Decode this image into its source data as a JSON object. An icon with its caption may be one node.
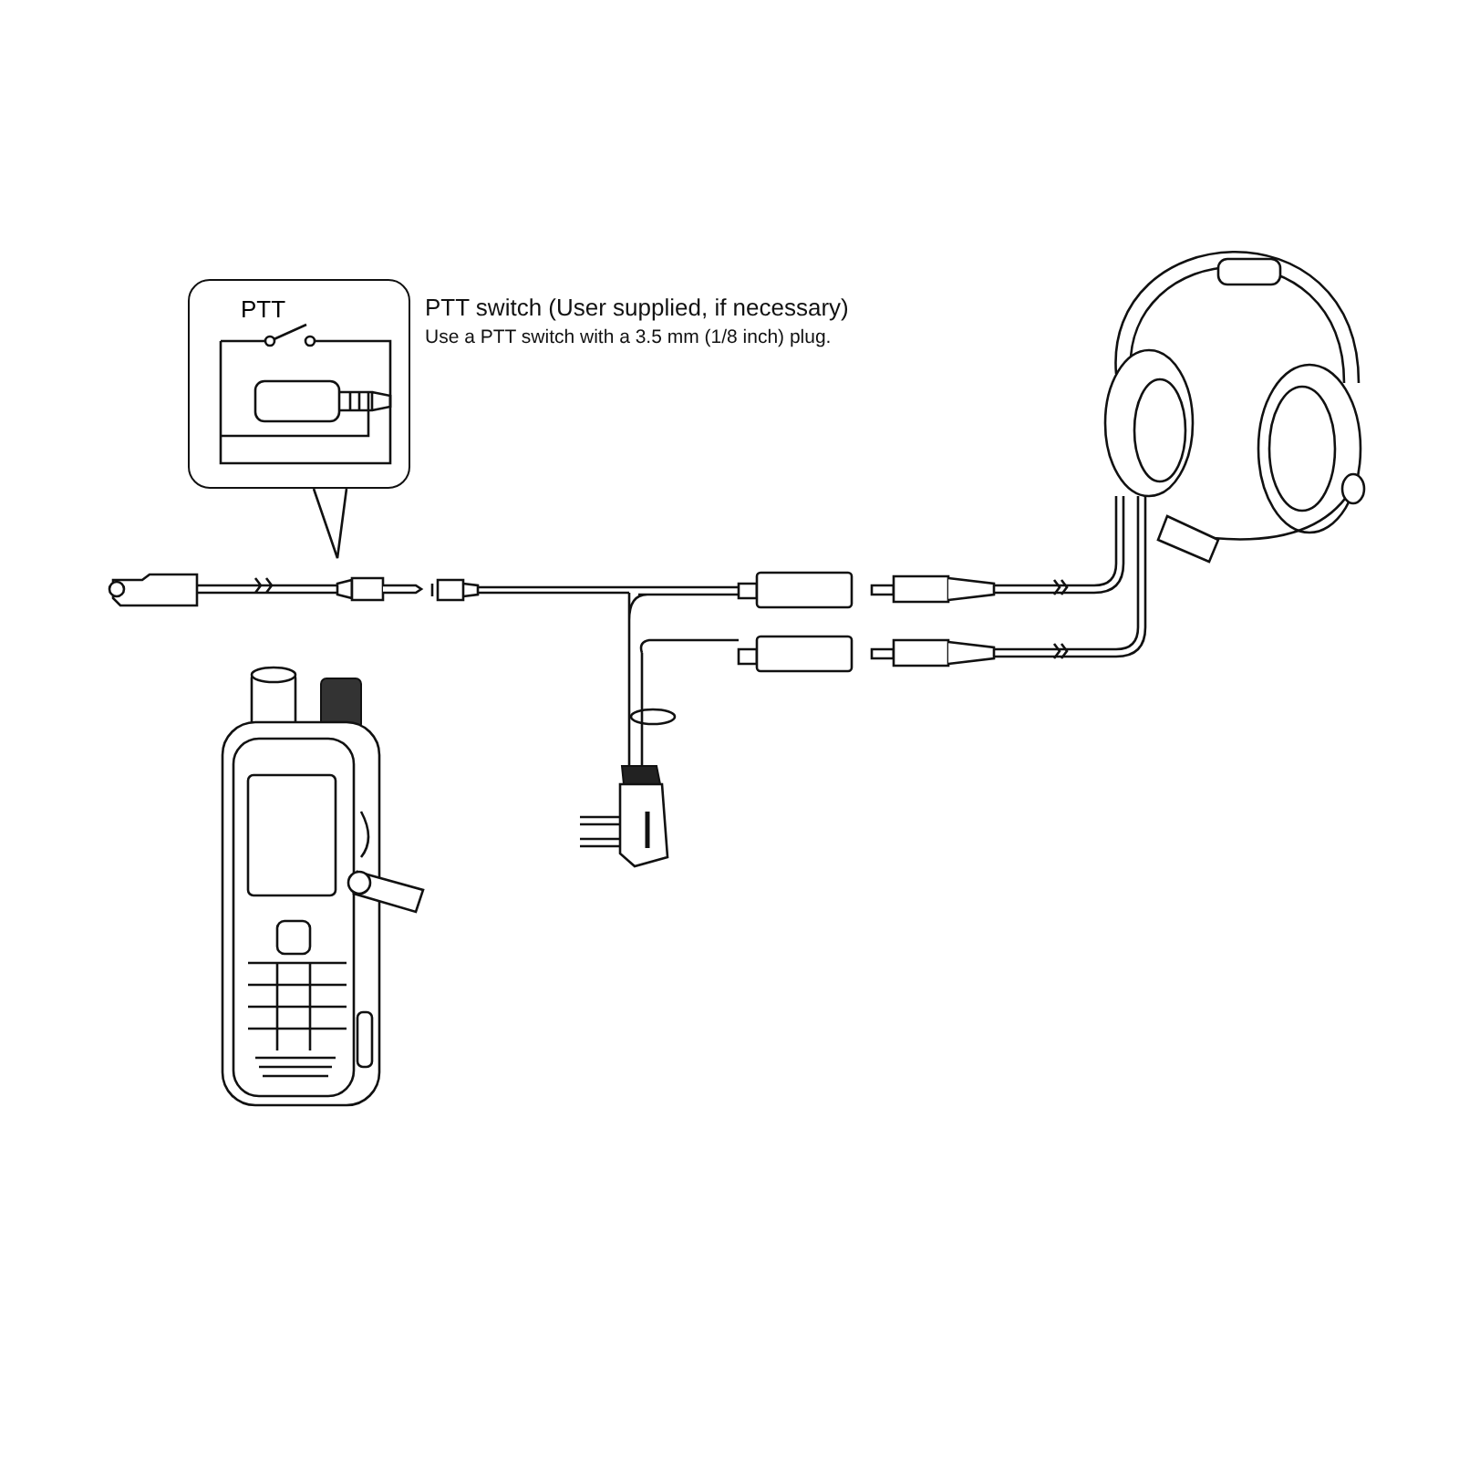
{
  "diagram": {
    "nodes": [
      {
        "text": [
          "PTT"
        ],
        "beside": [
          "PTT switch (User supplied, if necessary)",
          "Use a PTT switch with a 3.5 mm (1/8 inch) plug."
        ]
      },
      {
        "text": [],
        "shape": "picture"
      },
      {
        "text": [],
        "shape": "picture"
      },
      {
        "text": [],
        "shape": "picture"
      },
      {
        "text": [],
        "shape": "picture"
      }
    ],
    "edges": [
      {
        "from": 0,
        "to": 1,
        "arrow": "none"
      }
    ]
  }
}
